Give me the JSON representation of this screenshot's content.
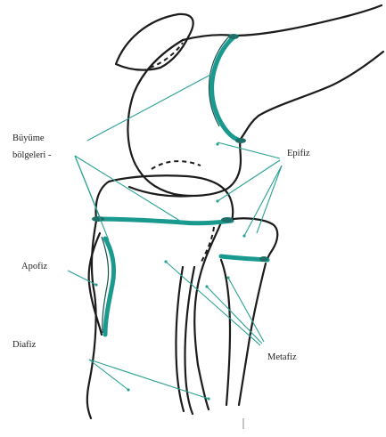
{
  "labels": {
    "growth_zones_line1": "Büyüme",
    "growth_zones_line2": "bölgeleri -",
    "epiphysis": "Epifiz",
    "apophysis": "Apofiz",
    "diaphysis": "Diafiz",
    "metaphysis": "Metafiz"
  },
  "colors": {
    "growth_plate": "#1a9a8e",
    "leader_line": "#2aa194",
    "bone_outline": "#1c1c1c"
  }
}
